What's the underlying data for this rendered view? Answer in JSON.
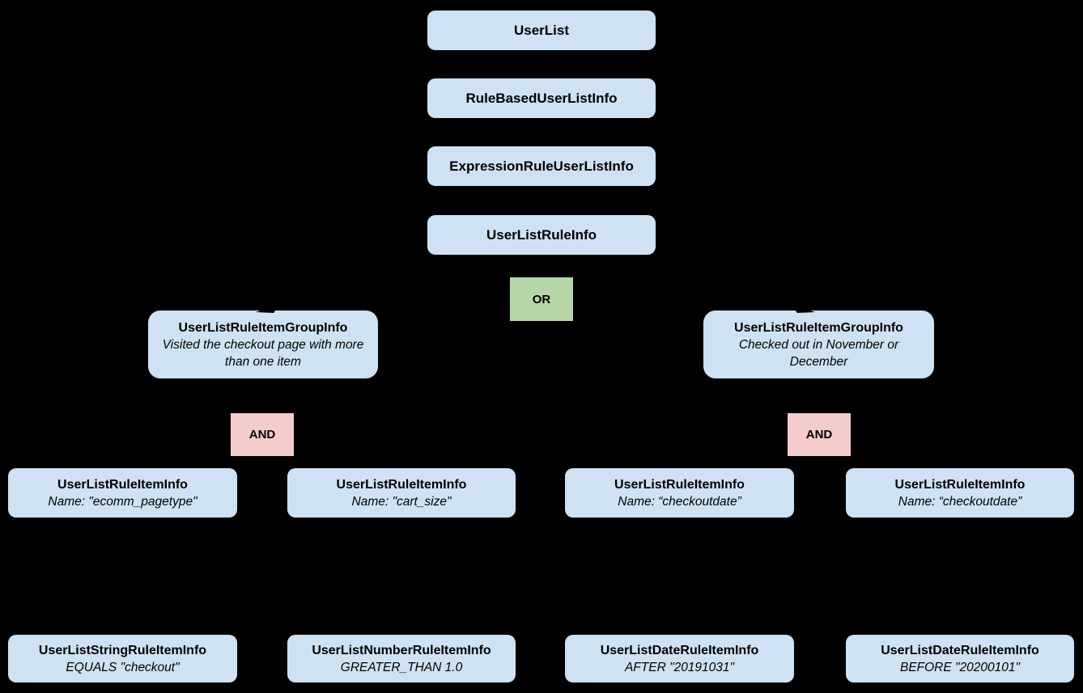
{
  "diagram": {
    "background_color": "#000000",
    "colors": {
      "node_fill": "#cfe2f3",
      "or_fill": "#b6d7a8",
      "and_fill": "#f4cccc",
      "text": "#000000"
    },
    "nodes": {
      "userlist": {
        "title": "UserList"
      },
      "rule_based_user_list_info": {
        "title": "RuleBasedUserListInfo"
      },
      "expression_rule_user_list_info": {
        "title": "ExpressionRuleUserListInfo"
      },
      "user_list_rule_info": {
        "title": "UserListRuleInfo"
      },
      "or_operator": {
        "label": "OR"
      },
      "group_left": {
        "title": "UserListRuleItemGroupInfo",
        "subtitle": "Visited the checkout page with more than one item"
      },
      "group_right": {
        "title": "UserListRuleItemGroupInfo",
        "subtitle": "Checked out in November or December"
      },
      "and_left": {
        "label": "AND"
      },
      "and_right": {
        "label": "AND"
      },
      "rule_item_1": {
        "title": "UserListRuleItemInfo",
        "subtitle": "Name: \"ecomm_pagetype\""
      },
      "rule_item_2": {
        "title": "UserListRuleItemInfo",
        "subtitle": "Name: \"cart_size\""
      },
      "rule_item_3": {
        "title": "UserListRuleItemInfo",
        "subtitle": "Name: “checkoutdate”"
      },
      "rule_item_4": {
        "title": "UserListRuleItemInfo",
        "subtitle": "Name: “checkoutdate”"
      },
      "leaf_1": {
        "title": "UserListStringRuleItemInfo",
        "subtitle": "EQUALS \"checkout\""
      },
      "leaf_2": {
        "title": "UserListNumberRuleItemInfo",
        "subtitle": "GREATER_THAN 1.0"
      },
      "leaf_3": {
        "title": "UserListDateRuleItemInfo",
        "subtitle": "AFTER \"20191031\""
      },
      "leaf_4": {
        "title": "UserListDateRuleItemInfo",
        "subtitle": "BEFORE \"20200101\""
      }
    }
  }
}
